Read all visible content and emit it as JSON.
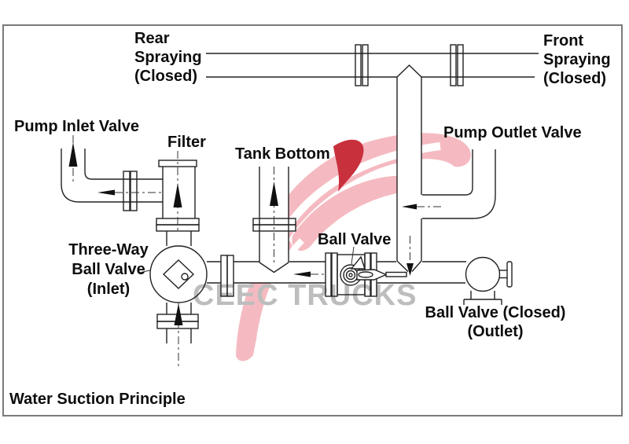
{
  "title": "Water Suction Principle",
  "watermark": {
    "text": "CEEC TRUCKS",
    "logo": "ceec-swoosh-logo",
    "colors": {
      "text_gray": "#bdbdbd",
      "logo_pink": "#f5bac1",
      "logo_red": "#c8303c"
    }
  },
  "colors": {
    "background": "#ffffff",
    "line": "#222222",
    "border_gray": "#7a7a7a",
    "arrow_black": "#111111"
  },
  "labels": {
    "rear_spraying": "Rear\nSpraying\n(Closed)",
    "front_spraying": "Front\nSpraying\n(Closed)",
    "pump_inlet_valve": "Pump Inlet Valve",
    "filter": "Filter",
    "tank_bottom": "Tank Bottom",
    "pump_outlet_valve": "Pump Outlet Valve",
    "ball_valve": "Ball Valve",
    "three_way_ball_valve": "Three-Way\nBall Valve\n(Inlet)",
    "ball_valve_closed_outlet": "Ball Valve (Closed)\n(Outlet)",
    "caption": "Water Suction Principle"
  }
}
